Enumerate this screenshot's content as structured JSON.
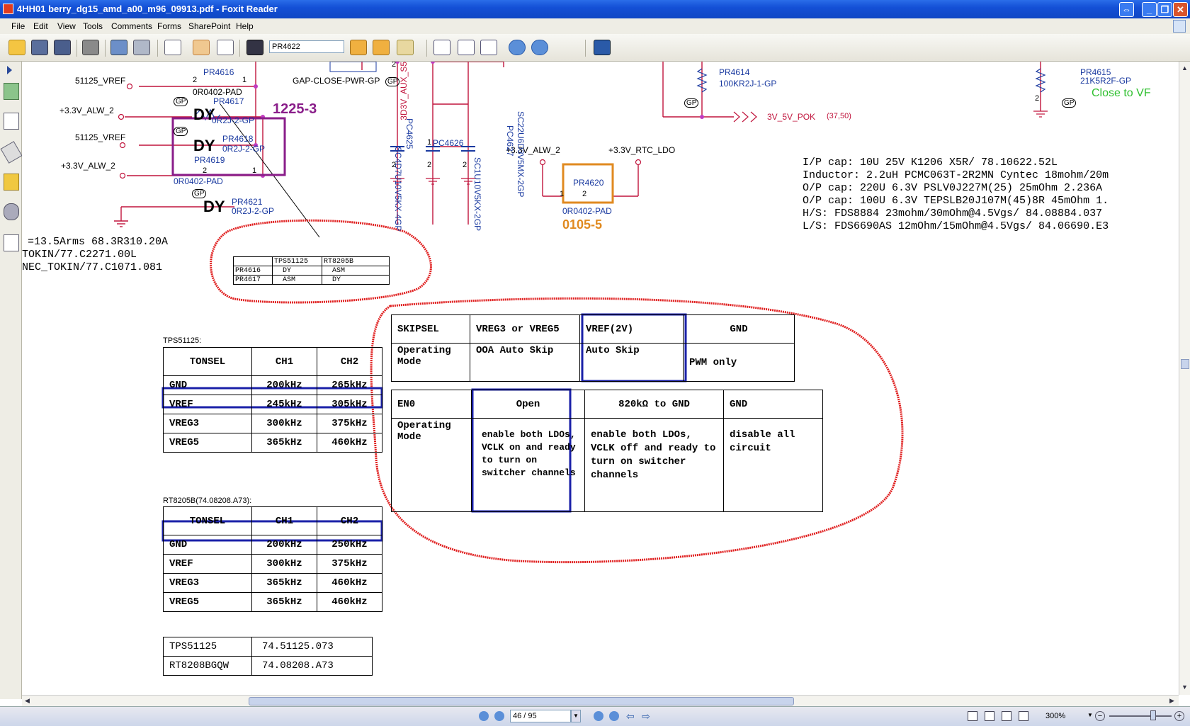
{
  "window": {
    "title": "4HH01 berry_dg15_amd_a00_m96_09913.pdf - Foxit Reader"
  },
  "menu": [
    "File",
    "Edit",
    "View",
    "Tools",
    "Comments",
    "Forms",
    "SharePoint",
    "Help"
  ],
  "toolbar": {
    "find_value": "PR4622"
  },
  "schematic": {
    "nets": {
      "vref1": "51125_VREF",
      "alw1": "+3.3V_ALW_2",
      "vref2": "51125_VREF",
      "alw2": "+3.3V_ALW_2",
      "alw3": "+3.3V_ALW_2",
      "rtc": "+3.3V_RTC_LDO",
      "pok": "3V_5V_POK",
      "pok_ref": "(37,50)",
      "aux": "3D3V_AUX_S5",
      "gap": "GAP-CLOSE-PWR-GP"
    },
    "parts": {
      "pr4616": "PR4616",
      "pr4616_v": "0R0402-PAD",
      "pr4617": "PR4617",
      "pr4617_v": "0R2J-2-GP",
      "pr4618": "PR4618",
      "pr4618_v": "0R2J-2-GP",
      "pr4619": "PR4619",
      "pr4619_v": "0R0402-PAD",
      "pr4621": "PR4621",
      "pr4621_v": "0R2J-2-GP",
      "pr4620": "PR4620",
      "pr4620_v": "0R0402-PAD",
      "pr4614": "PR4614",
      "pr4614_v": "100KR2J-1-GP",
      "pr4615": "PR4615",
      "pr4615_v": "21K5R2F-GP",
      "pc4625": "PC4625",
      "pc4625_v": "SC4D7U10V5KX-4GP",
      "pc4626": "PC4626",
      "pc4626_v": "SC1U10V5KX-2GP",
      "pc4627": "PC4627",
      "pc4627_v": "SC22U6D3V5MX-2GP"
    },
    "dy": [
      "DY",
      "DY",
      "DY"
    ],
    "pin_numbers": {
      "p2a": "2",
      "p1a": "1",
      "p2b": "2",
      "p1b": "1",
      "p2c": "2",
      "p2d": "2",
      "p1d": "1",
      "p2e": "2",
      "p2f": "2",
      "p1f": "1",
      "p2g": "2",
      "p2h": "2"
    },
    "gp": [
      "GP",
      "GP",
      "GP",
      "GP",
      "GP",
      "GP"
    ],
    "markers": {
      "m1": "1225-3",
      "m2": "0105-5"
    },
    "close_to": "Close to VF",
    "chevrons": ">>>"
  },
  "notes_right": [
    "I/P cap: 10U 25V K1206 X5R/ 78.10622.52L",
    "Inductor: 2.2uH PCMC063T-2R2MN Cyntec 18mohm/20m",
    "O/P cap:  220U 6.3V PSLV0J227M(25) 25mOhm 2.236A",
    "O/P cap: 100U 6.3V TEPSLB20J107M(45)8R 45mOhm 1.",
    "H/S: FDS8884 23mohm/30mOhm@4.5Vgs/ 84.08884.037",
    "L/S: FDS6690AS 12mOhm/15mOhm@4.5Vgs/ 84.06690.E3"
  ],
  "notes_left": [
    "=13.5Arms 68.3R310.20A",
    "TOKIN/77.C2271.00L",
    "NEC_TOKIN/77.C1071.081"
  ],
  "small_table": {
    "headers": [
      "",
      "TPS51125",
      "RT8205B"
    ],
    "rows": [
      [
        "PR4616",
        "DY",
        "ASM"
      ],
      [
        "PR4617",
        "ASM",
        "DY"
      ]
    ]
  },
  "tps_table": {
    "caption": "TPS51125:",
    "headers": [
      "TONSEL",
      "CH1",
      "CH2"
    ],
    "rows": [
      [
        "GND",
        "200kHz",
        "265kHz"
      ],
      [
        "VREF",
        "245kHz",
        "305kHz"
      ],
      [
        "VREG3",
        "300kHz",
        "375kHz"
      ],
      [
        "VREG5",
        "365kHz",
        "460kHz"
      ]
    ]
  },
  "rt_table": {
    "caption": "RT8205B(74.08208.A73):",
    "headers": [
      "TONSEL",
      "CH1",
      "CH2"
    ],
    "rows": [
      [
        "GND",
        "200kHz",
        "250kHz"
      ],
      [
        "VREF",
        "300kHz",
        "375kHz"
      ],
      [
        "VREG3",
        "365kHz",
        "460kHz"
      ],
      [
        "VREG5",
        "365kHz",
        "460kHz"
      ]
    ]
  },
  "part_table": {
    "rows": [
      [
        "TPS51125",
        "74.51125.073"
      ],
      [
        "RT8208BGQW",
        "74.08208.A73"
      ]
    ]
  },
  "skipsel_table": {
    "headers": [
      "SKIPSEL",
      "VREG3 or VREG5",
      "VREF(2V)",
      "GND"
    ],
    "mode_label": "Operating Mode",
    "values": [
      "OOA Auto Skip",
      "Auto Skip",
      "PWM only"
    ]
  },
  "en0_table": {
    "headers": [
      "EN0",
      "Open",
      "820kΩ to GND",
      "GND"
    ],
    "mode_label": "Operating Mode",
    "values": [
      "enable both LDOs, VCLK on and ready to turn on switcher channels",
      "enable both LDOs, VCLK off and ready to turn on switcher channels",
      "disable all circuit"
    ]
  },
  "status": {
    "page": "46 / 95",
    "zoom": "300%"
  }
}
